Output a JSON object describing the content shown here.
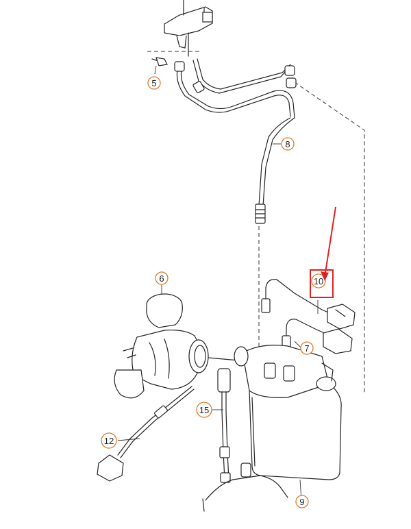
{
  "callouts": [
    {
      "id": "5",
      "label": "5"
    },
    {
      "id": "6",
      "label": "6"
    },
    {
      "id": "7",
      "label": "7"
    },
    {
      "id": "8",
      "label": "8"
    },
    {
      "id": "9",
      "label": "9"
    },
    {
      "id": "10",
      "label": "10"
    },
    {
      "id": "12",
      "label": "12"
    },
    {
      "id": "15",
      "label": "15"
    }
  ],
  "colors": {
    "callout_ring": "#e07a2b",
    "highlight": "#e02020",
    "line": "#222222"
  }
}
